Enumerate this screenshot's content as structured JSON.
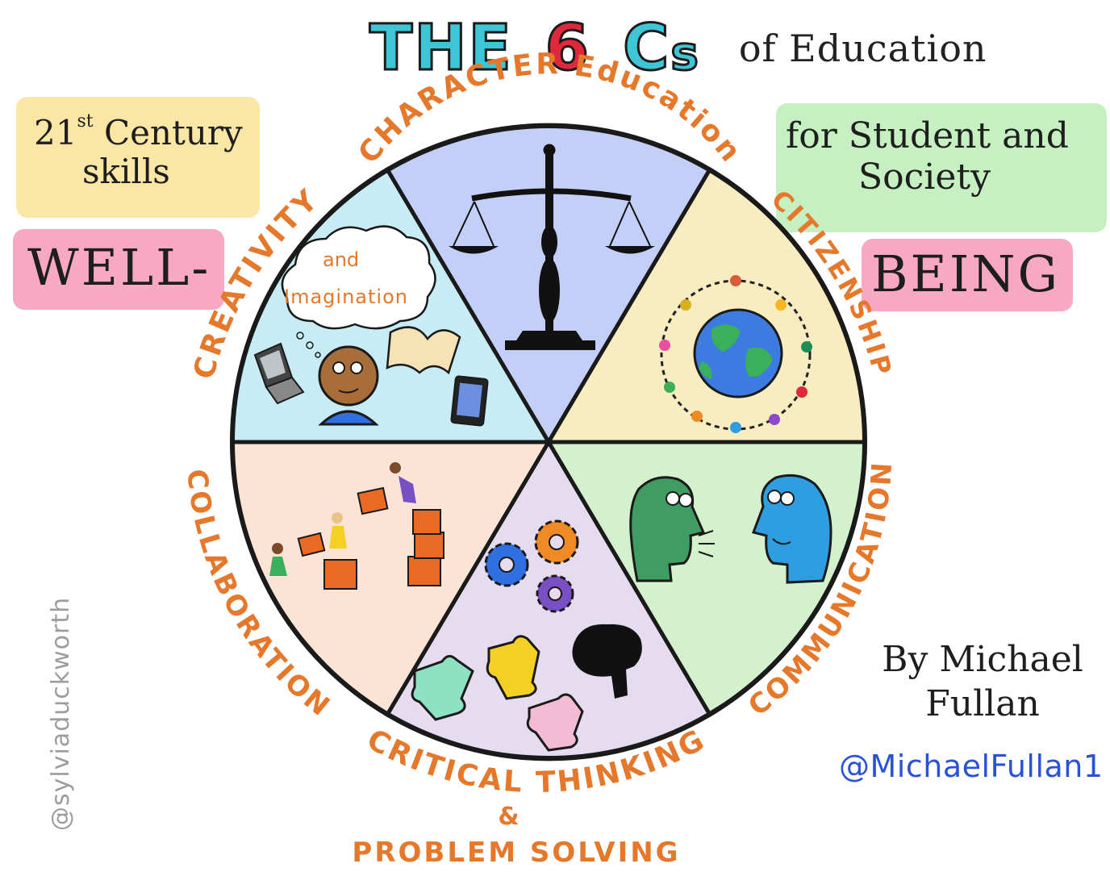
{
  "title": {
    "the": "THE",
    "six": "6",
    "cs_c": "C",
    "cs_s": "s",
    "of_education": "of Education"
  },
  "notes": {
    "yellow_line1": "21",
    "yellow_sup": "st",
    "yellow_line1b": " Century",
    "yellow_line2": "skills",
    "green_line1": "for Student and",
    "green_line2": "Society",
    "well": "WELL-",
    "being": "BEING"
  },
  "segments": {
    "character": "CHARACTER Education",
    "citizenship": "CITIZENSHIP",
    "communication": "COMMUNICATION",
    "critical": "CRITICAL THINKING",
    "ampersand": "&",
    "problem_solving": "PROBLEM SOLVING",
    "collaboration": "COLLABORATION",
    "creativity": "CREATIVITY"
  },
  "cloud": {
    "line1": "and",
    "line2": "Imagination"
  },
  "author": {
    "line1": "By Michael",
    "line2": "Fullan",
    "handle": "@MichaelFullan1"
  },
  "credit": "@sylviaduckworth",
  "colors": {
    "character": "#c3cff7",
    "citizenship": "#f9ecc0",
    "communication": "#d3f1cc",
    "critical": "#e6dcef",
    "collaboration": "#fbe4d6",
    "creativity": "#c8ecf5",
    "label": "#e5782a",
    "outline": "#1a1a1a"
  },
  "icons": {
    "character": "scales-of-justice-icon",
    "citizenship": "globe-with-people-icon",
    "communication": "two-talking-heads-icon",
    "critical": "gears-puzzle-brain-icon",
    "collaboration": "people-stacking-boxes-icon",
    "creativity": "thinking-child-icon"
  }
}
